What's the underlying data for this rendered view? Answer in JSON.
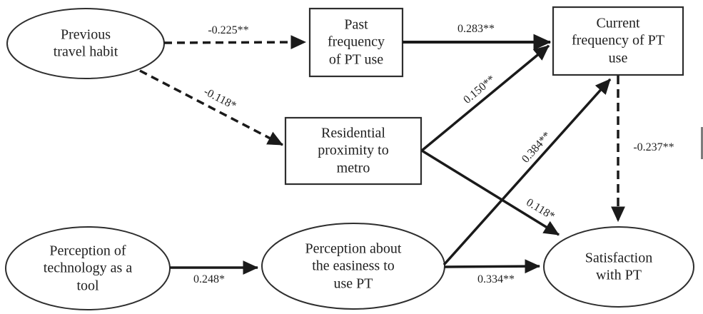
{
  "diagram": {
    "type": "path-model",
    "colors": {
      "line": "#1a1a1a",
      "shape_stroke": "#2e2e2e",
      "text": "#1f1f1f",
      "background": "#ffffff",
      "artifact": "#7d7d7d"
    },
    "nodes": [
      {
        "id": "previous-travel-habit",
        "shape": "ellipse",
        "label": "Previous\ntravel habit"
      },
      {
        "id": "past-frequency-of-pt-use",
        "shape": "rectangle",
        "label": "Past\nfrequency\nof PT use"
      },
      {
        "id": "current-frequency-of-pt-use",
        "shape": "rectangle",
        "label": "Current\nfrequency of PT\nuse"
      },
      {
        "id": "residential-proximity-to-metro",
        "shape": "rectangle",
        "label": "Residential\nproximity to\nmetro"
      },
      {
        "id": "perception-of-technology-as-a-tool",
        "shape": "ellipse",
        "label": "Perception of\ntechnology as a\ntool"
      },
      {
        "id": "perception-about-the-easiness-to-use-pt",
        "shape": "ellipse",
        "label": "Perception about\nthe easiness to\nuse PT"
      },
      {
        "id": "satisfaction-with-pt",
        "shape": "ellipse",
        "label": "Satisfaction\nwith PT"
      }
    ],
    "edges": [
      {
        "from": "previous-travel-habit",
        "to": "past-frequency-of-pt-use",
        "label": "-0.225**",
        "style": "dashed"
      },
      {
        "from": "previous-travel-habit",
        "to": "residential-proximity-to-metro",
        "label": "-0.118*",
        "style": "dashed"
      },
      {
        "from": "past-frequency-of-pt-use",
        "to": "current-frequency-of-pt-use",
        "label": "0.283**",
        "style": "solid"
      },
      {
        "from": "residential-proximity-to-metro",
        "to": "current-frequency-of-pt-use",
        "label": "0.150**",
        "style": "solid"
      },
      {
        "from": "residential-proximity-to-metro",
        "to": "satisfaction-with-pt",
        "label": "0.118*",
        "style": "solid"
      },
      {
        "from": "perception-about-the-easiness-to-use-pt",
        "to": "current-frequency-of-pt-use",
        "label": "0.384**",
        "style": "solid"
      },
      {
        "from": "current-frequency-of-pt-use",
        "to": "satisfaction-with-pt",
        "label": "-0.237**",
        "style": "dashed"
      },
      {
        "from": "perception-of-technology-as-a-tool",
        "to": "perception-about-the-easiness-to-use-pt",
        "label": "0.248*",
        "style": "solid"
      },
      {
        "from": "perception-about-the-easiness-to-use-pt",
        "to": "satisfaction-with-pt",
        "label": "0.334**",
        "style": "solid"
      }
    ]
  }
}
